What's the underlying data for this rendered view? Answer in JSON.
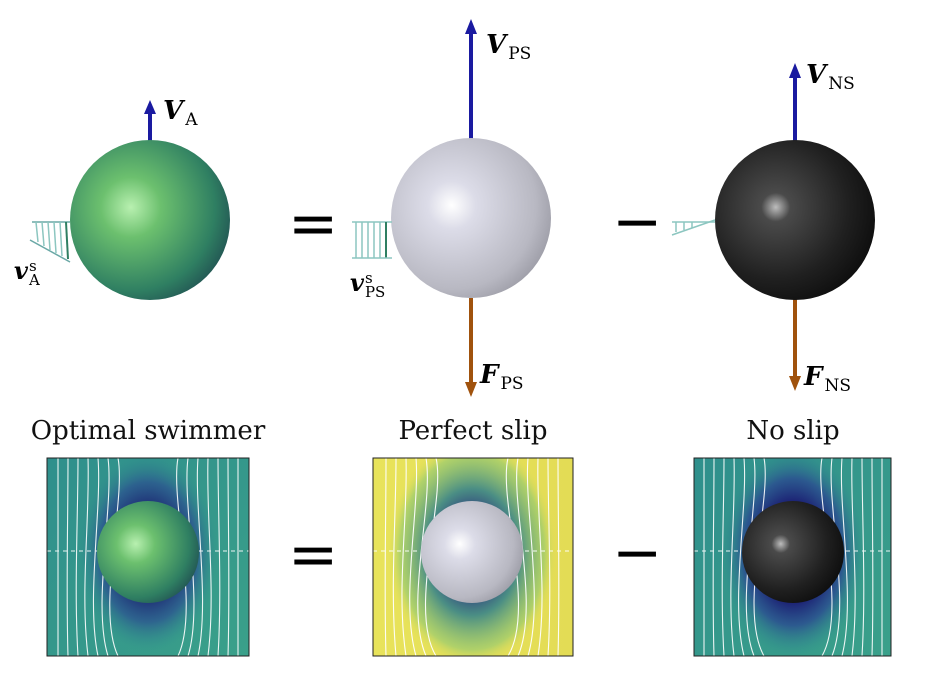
{
  "top_row": {
    "optimal": {
      "velocity": {
        "symbol": "V",
        "sub": "A"
      },
      "slip": {
        "symbol": "v",
        "sup": "s",
        "sub": "A"
      }
    },
    "perfect_slip": {
      "velocity": {
        "symbol": "V",
        "sub": "PS"
      },
      "slip": {
        "symbol": "v",
        "sup": "s",
        "sub": "PS"
      },
      "force": {
        "symbol": "F",
        "sub": "PS"
      }
    },
    "no_slip": {
      "velocity": {
        "symbol": "V",
        "sub": "NS"
      },
      "force": {
        "symbol": "F",
        "sub": "NS"
      }
    },
    "equals": "=",
    "minus": "−"
  },
  "bottom_row": {
    "titles": [
      "Optimal swimmer",
      "Perfect slip",
      "No slip"
    ],
    "equals": "=",
    "minus": "−"
  },
  "colors": {
    "velocity_arrow": "#1a1aa0",
    "force_arrow": "#a0520d",
    "sphere_green": "#4fa863",
    "sphere_grey": "#c4c4cc",
    "sphere_black": "#202020",
    "panel_teal": "#2e8e8a",
    "panel_yellow": "#e6e05a"
  }
}
